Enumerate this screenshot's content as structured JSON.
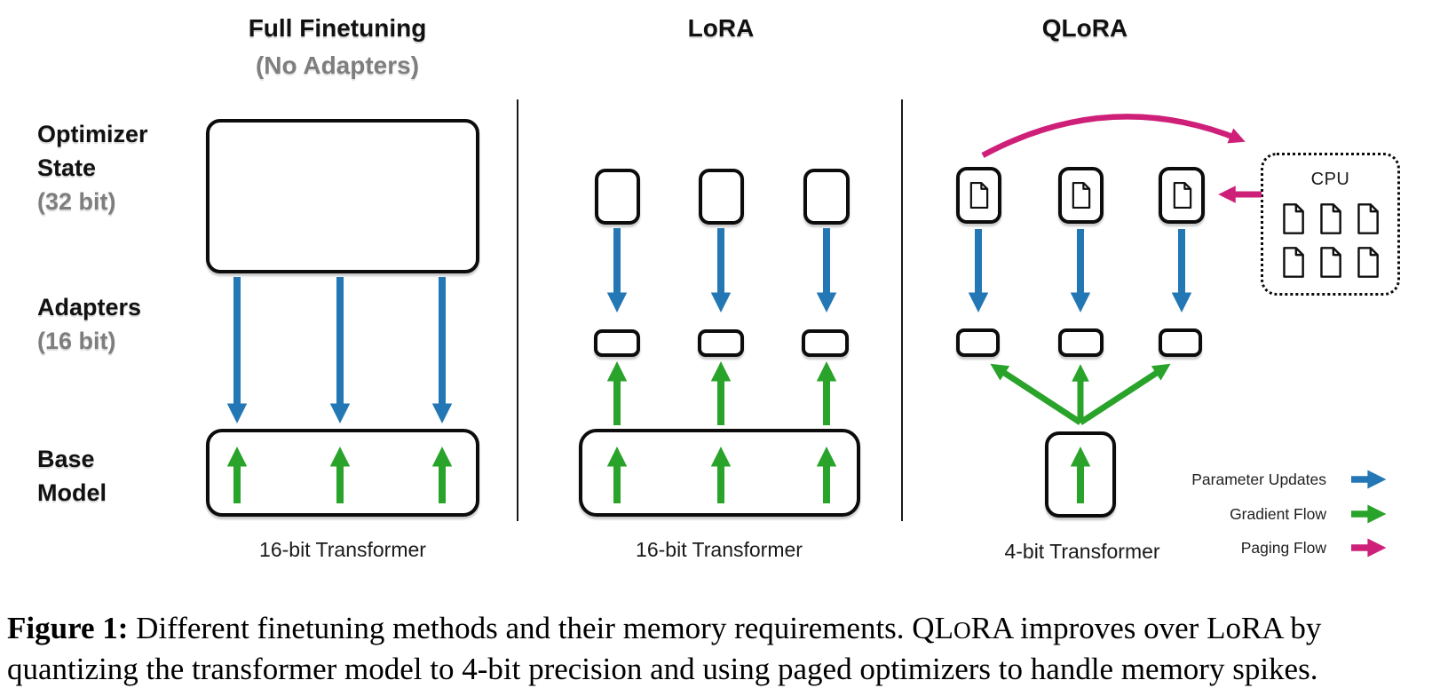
{
  "colors": {
    "parameter_updates": "#2377B4",
    "gradient_flow": "#29A329",
    "paging_flow": "#CE2079",
    "title_gray": "#7E7E7E",
    "ink": "#0C0C0C"
  },
  "columns": {
    "full_finetuning": {
      "title": "Full Finetuning",
      "subtitle": "(No Adapters)",
      "base_label": "16-bit Transformer"
    },
    "lora": {
      "title": "LoRA",
      "base_label": "16-bit Transformer"
    },
    "qlora": {
      "title": "QLoRA",
      "base_label": "4-bit Transformer",
      "cpu_label": "CPU"
    }
  },
  "row_labels": {
    "optimizer_line1": "Optimizer",
    "optimizer_line2": "State",
    "optimizer_line3": "(32 bit)",
    "adapters_line1": "Adapters",
    "adapters_line2": "(16 bit)",
    "base_line1": "Base",
    "base_line2": "Model"
  },
  "legend": {
    "items": [
      {
        "label": "Parameter Updates",
        "color": "#2377B4"
      },
      {
        "label": "Gradient Flow",
        "color": "#29A329"
      },
      {
        "label": "Paging Flow",
        "color": "#CE2079"
      }
    ]
  },
  "caption": {
    "segments": [
      {
        "text": "Figure 1:",
        "bold": true
      },
      {
        "text": "  Different finetuning methods and their memory requirements.  "
      },
      {
        "text": "QL"
      },
      {
        "text": "O",
        "smallcap": true
      },
      {
        "text": "RA"
      },
      {
        "text": " improves over LoRA by"
      },
      {
        "br": true
      },
      {
        "text": "quantizing the transformer model to 4-bit precision and using paged optimizers to handle memory spikes."
      }
    ]
  }
}
